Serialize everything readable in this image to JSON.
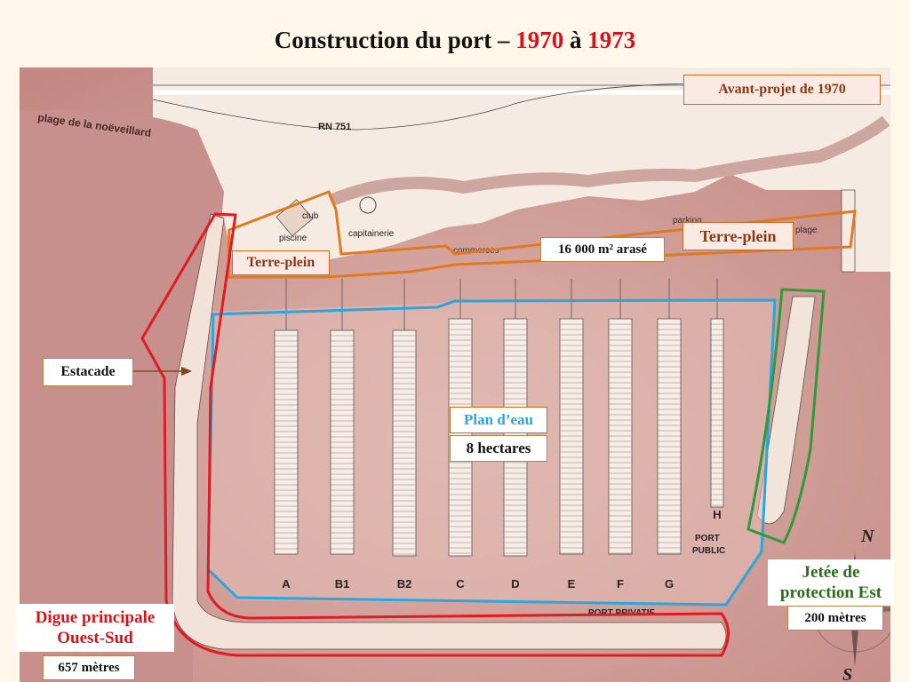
{
  "title": {
    "part1": "Construction du port – ",
    "year_start": "1970",
    "sep": " à ",
    "year_end": "1973"
  },
  "labels": {
    "avant_projet": "Avant-projet de 1970",
    "terre_plein_left": "Terre-plein",
    "terre_plein_right": "Terre-plein",
    "arase": "16 000 m² arasé",
    "estacade": "Estacade",
    "plan_eau": "Plan d’eau",
    "hectares": "8 hectares",
    "digue_line1": "Digue principale",
    "digue_line2": "Ouest-Sud",
    "digue_length": "657 mètres",
    "jetee_line1": "Jetée de",
    "jetee_line2": "protection Est",
    "jetee_length": "200 mètres"
  },
  "map_text": {
    "beach": "plage de la noëveillard",
    "road": "RN 751",
    "club": "club",
    "piscine": "piscine",
    "capitainerie": "capitainerie",
    "commerces": "commerces",
    "parking": "parking",
    "plage": "plage",
    "port_public_1": "PORT",
    "port_public_2": "PUBLIC",
    "port_prive": "PORT PRIVATIF",
    "north": "N",
    "south": "S"
  },
  "pontoons": [
    "A",
    "B1",
    "B2",
    "C",
    "D",
    "E",
    "F",
    "G",
    "H"
  ],
  "colors": {
    "digue": "#e01b22",
    "terre_plein": "#e07a1f",
    "plan_eau": "#29a6dd",
    "jetee": "#2f9a3a",
    "sea": "#c9908e",
    "land": "#f5e7dc"
  }
}
